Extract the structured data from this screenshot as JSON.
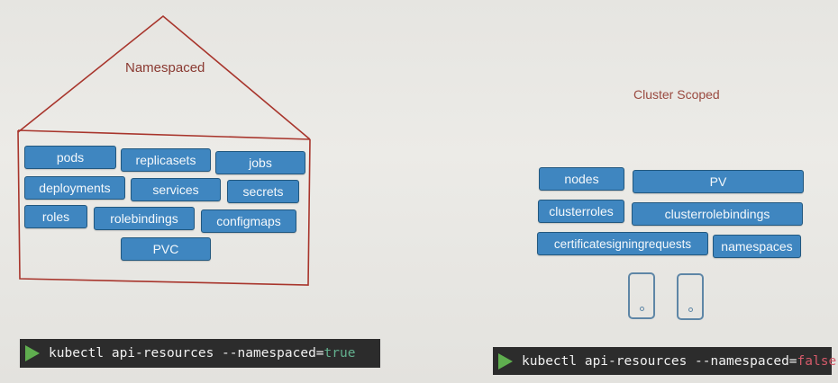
{
  "namespaced": {
    "title": "Namespaced",
    "resources": [
      "pods",
      "replicasets",
      "jobs",
      "deployments",
      "services",
      "secrets",
      "roles",
      "rolebindings",
      "configmaps",
      "PVC"
    ],
    "command": {
      "prefix": "kubectl api-resources --namespaced=",
      "value": "true"
    }
  },
  "cluster": {
    "title": "Cluster Scoped",
    "resources": [
      "nodes",
      "PV",
      "clusterroles",
      "clusterrolebindings",
      "certificatesigningrequests",
      "namespaces"
    ],
    "command": {
      "prefix": "kubectl api-resources --namespaced=",
      "value": "false"
    }
  },
  "colors": {
    "house_outline": "#a8352c",
    "pill_fill": "#3f86c0",
    "pill_border": "#22587f",
    "terminal_bg": "#2c2c2c",
    "play_icon": "#5fae4f",
    "true_value": "#63b08e",
    "false_value": "#d45a6a"
  },
  "icons": {
    "play": "play-triangle-icon",
    "device": "mobile-device-icon"
  }
}
